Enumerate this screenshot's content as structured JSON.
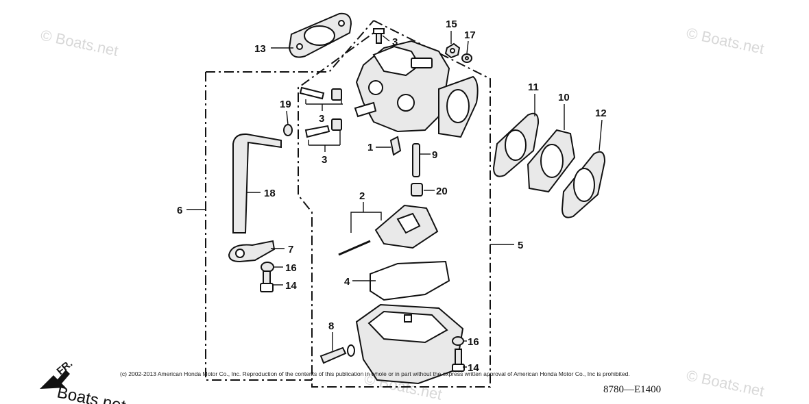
{
  "callouts": [
    {
      "id": "c1",
      "label": "1"
    },
    {
      "id": "c2",
      "label": "2"
    },
    {
      "id": "c3a",
      "label": "3"
    },
    {
      "id": "c3b",
      "label": "3"
    },
    {
      "id": "c3c",
      "label": "3"
    },
    {
      "id": "c4",
      "label": "4"
    },
    {
      "id": "c5",
      "label": "5"
    },
    {
      "id": "c6",
      "label": "6"
    },
    {
      "id": "c7",
      "label": "7"
    },
    {
      "id": "c8",
      "label": "8"
    },
    {
      "id": "c9",
      "label": "9"
    },
    {
      "id": "c10",
      "label": "10"
    },
    {
      "id": "c11",
      "label": "11"
    },
    {
      "id": "c12",
      "label": "12"
    },
    {
      "id": "c13",
      "label": "13"
    },
    {
      "id": "c14a",
      "label": "14"
    },
    {
      "id": "c14b",
      "label": "14"
    },
    {
      "id": "c15",
      "label": "15"
    },
    {
      "id": "c16a",
      "label": "16"
    },
    {
      "id": "c16b",
      "label": "16"
    },
    {
      "id": "c17",
      "label": "17"
    },
    {
      "id": "c18",
      "label": "18"
    },
    {
      "id": "c19",
      "label": "19"
    },
    {
      "id": "c20",
      "label": "20"
    }
  ],
  "watermark": {
    "text": "© Boats.net",
    "large_text": "Boats.net"
  },
  "direction_label": "FR.",
  "copyright": "(c) 2002-2013 American Honda Motor Co., Inc. Reproduction of the contents of this publication in whole or in part without the express written approval of American Honda Motor Co., Inc is prohibited.",
  "diagram_code": "8780—E1400"
}
